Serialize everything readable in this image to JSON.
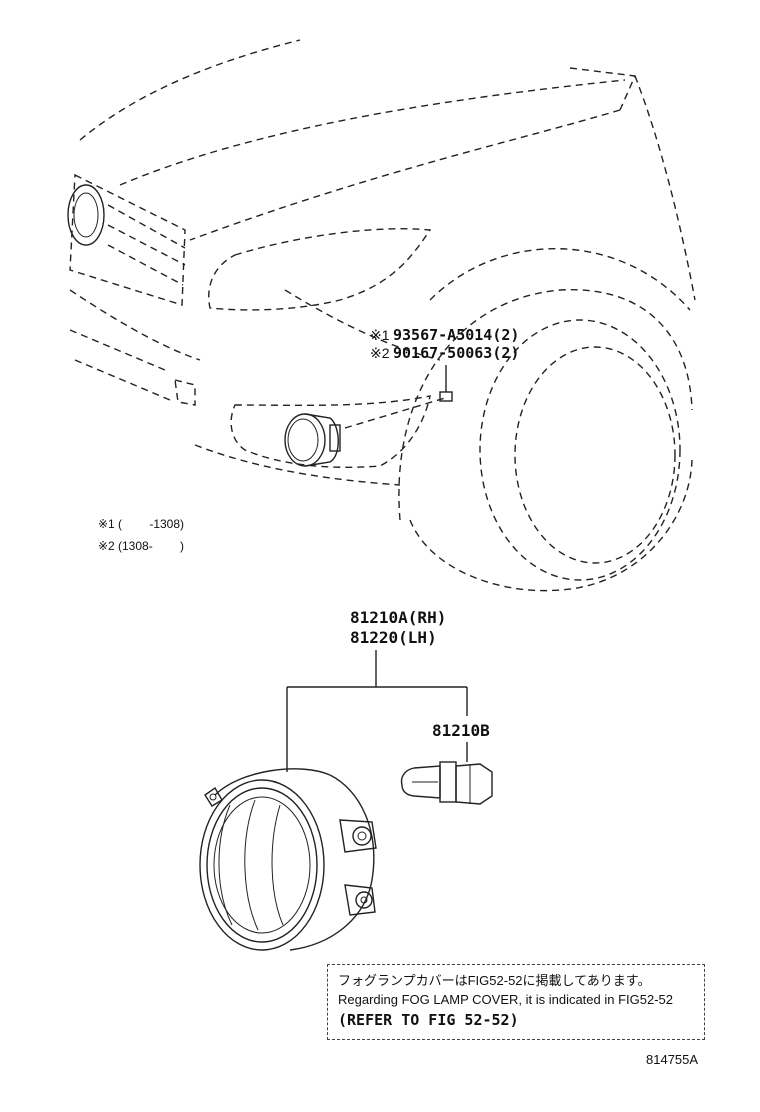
{
  "callouts_top": [
    {
      "mark": "※1",
      "part": "93567-A5014(2)"
    },
    {
      "mark": "※2",
      "part": "90167-50063(2)"
    }
  ],
  "footnotes": [
    {
      "mark": "※1",
      "range": "(　　 -1308)"
    },
    {
      "mark": "※2",
      "range": "(1308-　　 )"
    }
  ],
  "parts": {
    "lamp_rh": "81210A(RH)",
    "lamp_lh": "81220(LH)",
    "bulb": "81210B"
  },
  "note": {
    "line_jp": "フォグランプカバーはFIG52-52に掲載してあります。",
    "line_en": "Regarding FOG LAMP COVER, it is indicated in FIG52-52",
    "line_ref": "(REFER TO FIG 52-52)"
  },
  "illustration_id": "814755A"
}
